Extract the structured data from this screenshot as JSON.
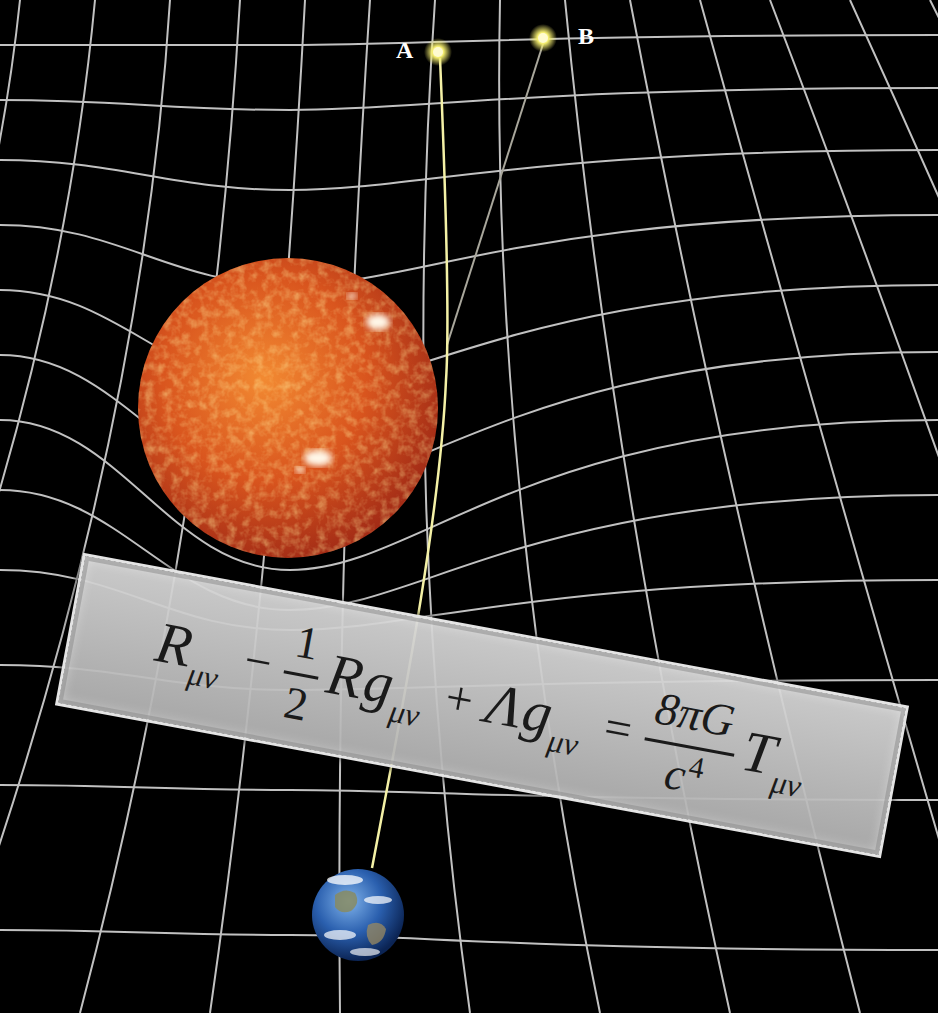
{
  "diagram": {
    "nodes": [
      {
        "text": [
          "R",
          "μν",
          "−",
          "1",
          "2",
          "R",
          "g",
          "μν",
          "+",
          "Λ",
          "g",
          "μν",
          "=",
          "8πG",
          "c",
          "4",
          "T",
          "μν"
        ]
      }
    ],
    "labels": [
      "A",
      "B"
    ]
  }
}
